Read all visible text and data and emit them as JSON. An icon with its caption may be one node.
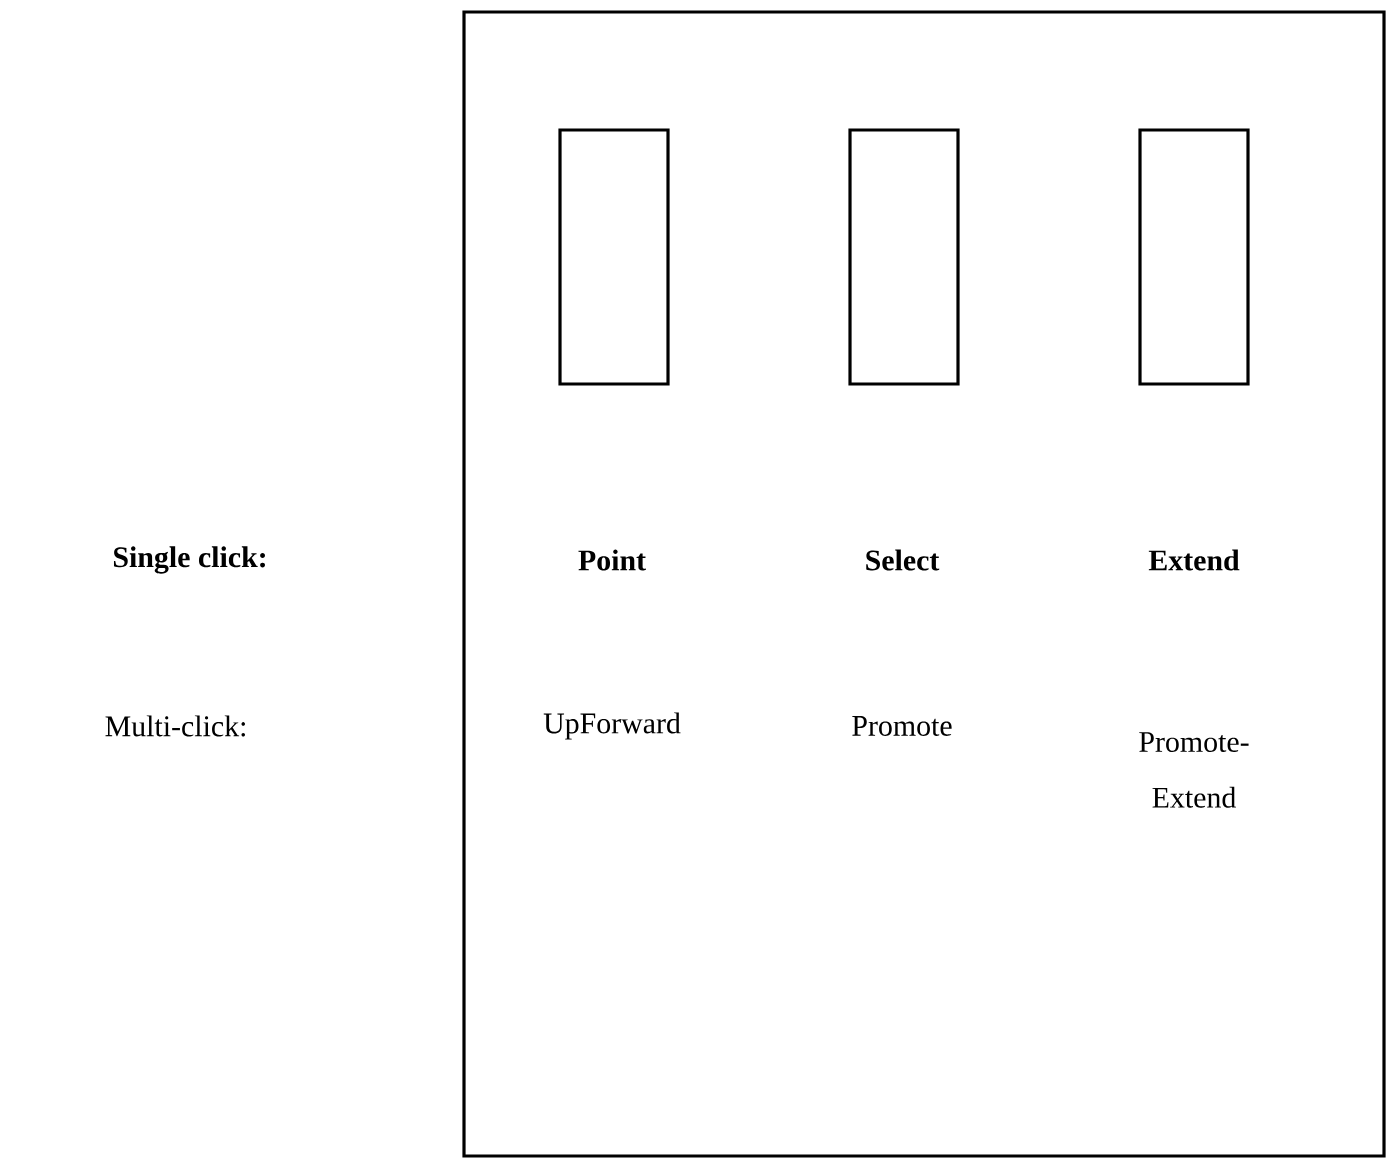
{
  "diagram": {
    "nodes": [
      {
        "text": [],
        "shape": "box"
      },
      {
        "text": [],
        "shape": "box",
        "in": 0
      },
      {
        "text": [],
        "shape": "box",
        "in": 0
      },
      {
        "text": [],
        "shape": "box",
        "in": 0
      }
    ],
    "labels": [
      "Single click:",
      "Point",
      "Select",
      "Extend",
      "Multi-click:",
      "UpForward",
      "Promote",
      "Promote-Extend"
    ]
  }
}
